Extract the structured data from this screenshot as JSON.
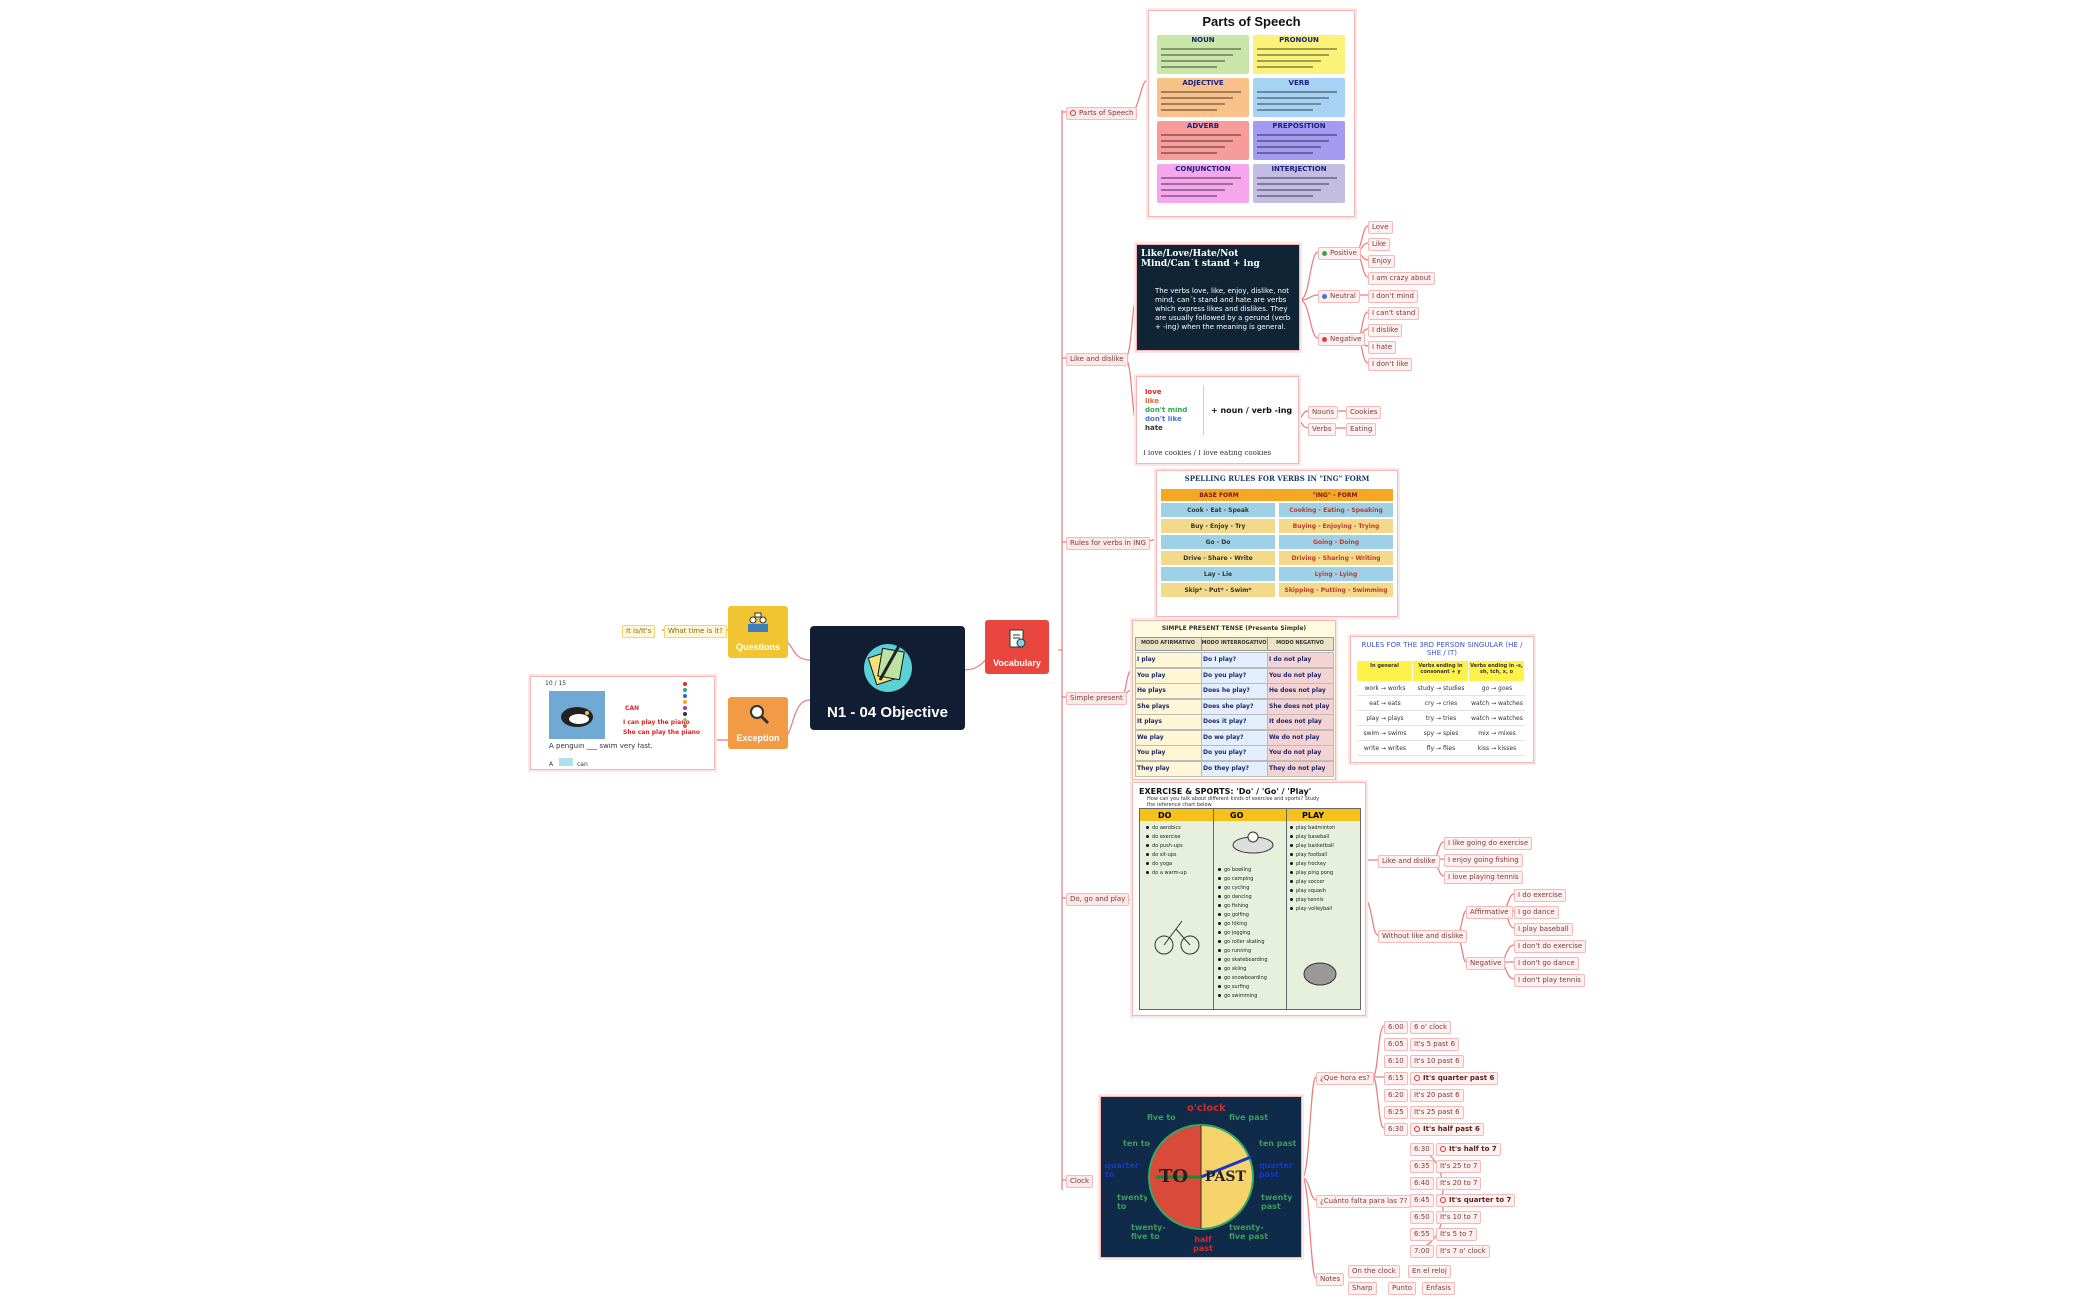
{
  "center": {
    "title": "N1 - 04 Objective"
  },
  "branches": {
    "vocabulary": "Vocabulary",
    "questions": "Questions",
    "exception": "Exception"
  },
  "questions": {
    "what_time": "What time is it?",
    "it_is": "It is/It's"
  },
  "exception_card": {
    "counter": "10 / 15",
    "can": "CAN",
    "line1": "I can play the piano",
    "line2": "She can play the piano",
    "sentence": "A penguin ___ swim very fast.",
    "answer_prefix": "A",
    "answer_suffix": "can"
  },
  "topics": {
    "parts_of_speech": "Parts of Speech",
    "like_dislike": "Like and dislike",
    "rules_ing": "Rules for verbs in ING",
    "simple_present": "Simple present",
    "do_go_play": "Do, go and play",
    "clock": "Clock"
  },
  "pos_card": {
    "title": "Parts of Speech",
    "items": [
      {
        "name": "NOUN",
        "color": "#c9e6a8"
      },
      {
        "name": "PRONOUN",
        "color": "#fbf27a"
      },
      {
        "name": "ADJECTIVE",
        "color": "#f9c28b"
      },
      {
        "name": "VERB",
        "color": "#a6d2f3"
      },
      {
        "name": "ADVERB",
        "color": "#f79b9b"
      },
      {
        "name": "PREPOSITION",
        "color": "#a59af1"
      },
      {
        "name": "CONJUNCTION",
        "color": "#f5a6ec"
      },
      {
        "name": "INTERJECTION",
        "color": "#c4bde3"
      }
    ]
  },
  "like_card": {
    "title_line1": "Like/Love/Hate/Not",
    "title_line2": "Mind/Can´t stand + ing",
    "body": "The verbs love, like, enjoy, dislike, not mind, can´t stand and hate are verbs which express likes and dislikes. They are usually followed by a gerund (verb + -ing) when the meaning is general."
  },
  "like_categories": {
    "positive": "Positive",
    "neutral": "Neutral",
    "negative": "Negative",
    "positive_items": [
      "Love",
      "Like",
      "Enjoy",
      "I am crazy about"
    ],
    "neutral_items": [
      "I don't mind"
    ],
    "negative_items": [
      "I can't stand",
      "I dislike",
      "I hate",
      "I don't like"
    ],
    "colors": {
      "positive": "#2fa84f",
      "neutral": "#4a6fe0",
      "negative": "#e23b3b"
    }
  },
  "noun_verb_card": {
    "words": [
      "love",
      "like",
      "don't mind",
      "don't like",
      "hate"
    ],
    "rule": "+ noun / verb -ing",
    "example": "I love cookies / I love eating cookies"
  },
  "nouns_verbs": {
    "nouns": "Nouns",
    "cookies": "Cookies",
    "verbs": "Verbs",
    "eating": "Eating"
  },
  "ing_card": {
    "title": "SPELLING RULES FOR VERBS IN \"ING\" FORM",
    "col1": "BASE FORM",
    "col2": "\"ING\" - FORM",
    "rows": [
      [
        "Cook - Eat - Speak",
        "Cooking - Eating - Speaking"
      ],
      [
        "Buy - Enjoy - Try",
        "Buying - Enjoying - Trying"
      ],
      [
        "Go - Do",
        "Going - Doing"
      ],
      [
        "Drive - Share - Write",
        "Driving - Sharing - Writing"
      ],
      [
        "Lay - Lie",
        "Lying - Lying"
      ],
      [
        "Skip* - Put* - Swim*",
        "Skipping - Putting - Swimming"
      ]
    ]
  },
  "sp_card": {
    "title": "SIMPLE PRESENT TENSE (Presente Simple)",
    "headers": [
      "MODO AFIRMATIVO",
      "MODO INTERROGATIVO",
      "MODO NEGATIVO"
    ],
    "rows": [
      [
        "I play",
        "Do I play?",
        "I do not play"
      ],
      [
        "You play",
        "Do you play?",
        "You do not play"
      ],
      [
        "He plays",
        "Does he play?",
        "He does not play"
      ],
      [
        "She plays",
        "Does she play?",
        "She does not play"
      ],
      [
        "It plays",
        "Does it play?",
        "It does not play"
      ],
      [
        "We play",
        "Do we play?",
        "We do not play"
      ],
      [
        "You play",
        "Do you play?",
        "You do not play"
      ],
      [
        "They play",
        "Do they play?",
        "They do not play"
      ]
    ]
  },
  "rules3_card": {
    "title": "RULES FOR THE 3RD PERSON SINGULAR (HE / SHE / IT)",
    "headers": [
      "In general",
      "Verbs ending in consonant + y",
      "Verbs ending in -s, sh, tch, x, o"
    ],
    "rows": [
      [
        "work → works",
        "study → studies",
        "go → goes"
      ],
      [
        "eat → eats",
        "cry → cries",
        "watch → watches"
      ],
      [
        "play → plays",
        "try → tries",
        "watch → watches"
      ],
      [
        "swim → swims",
        "spy → spies",
        "mix → mixes"
      ],
      [
        "write → writes",
        "fly → flies",
        "kiss → kisses"
      ]
    ]
  },
  "dgp_card": {
    "title": "EXERCISE & SPORTS: 'Do' / 'Go' / 'Play'",
    "subtitle": "How can you talk about different kinds of exercise and sports? Study the reference chart below.",
    "cols": [
      "DO",
      "GO",
      "PLAY"
    ],
    "do": [
      "do aerobics",
      "do exercise",
      "do push-ups",
      "do sit-ups",
      "do yoga",
      "do a warm-up"
    ],
    "go": [
      "go bowling",
      "go camping",
      "go cycling",
      "go dancing",
      "go fishing",
      "go golfing",
      "go hiking",
      "go jogging",
      "go roller skating",
      "go running",
      "go skateboarding",
      "go skiing",
      "go snowboarding",
      "go surfing",
      "go swimming"
    ],
    "play": [
      "play badminton",
      "play baseball",
      "play basketball",
      "play football",
      "play hockey",
      "play ping pong",
      "play soccer",
      "play squash",
      "play tennis",
      "play volleyball"
    ]
  },
  "dgp_tree": {
    "like": "Like and dislike",
    "like_items": [
      "I like going do exercise",
      "I enjoy going fishing",
      "I love playing tennis"
    ],
    "without": "Without like and dislike",
    "affirmative": "Affirmative",
    "aff_items": [
      "I do exercise",
      "I go dance",
      "I play baseball"
    ],
    "negative": "Negative",
    "neg_items": [
      "I don't do exercise",
      "I don't go dance",
      "I don't play tennis"
    ]
  },
  "clock_card": {
    "oclock": "o'clock",
    "five_to": "five to",
    "five_past": "five past",
    "ten_to": "ten to",
    "ten_past": "ten past",
    "quarter_to": "quarter to",
    "quarter_past": "quarter past",
    "twenty_to": "twenty to",
    "twenty_past": "twenty past",
    "twentyfive_to": "twenty-five to",
    "twentyfive_past": "twenty-five past",
    "half_past": "half past",
    "to": "TO",
    "past": "PAST"
  },
  "clock_tree": {
    "que_hora": "¿Que hora es?",
    "times1": [
      [
        "6:00",
        "6 o' clock"
      ],
      [
        "6:05",
        "It's 5 past 6"
      ],
      [
        "6:10",
        "It's 10 past 6"
      ],
      [
        "6:15",
        "It's quarter past 6"
      ],
      [
        "6:20",
        "It's 20 past 6"
      ],
      [
        "6:25",
        "It's 25 past 6"
      ],
      [
        "6:30",
        "It's half past 6"
      ]
    ],
    "cuanto_falta": "¿Cuánto falta para las 7?",
    "times2": [
      [
        "6:30",
        "It's half to 7"
      ],
      [
        "6:35",
        "It's 25 to 7"
      ],
      [
        "6:40",
        "It's 20 to 7"
      ],
      [
        "6:45",
        "It's quarter to 7"
      ],
      [
        "6:50",
        "It's 10 to 7"
      ],
      [
        "6:55",
        "It's 5 to 7"
      ],
      [
        "7:00",
        "It's 7 o' clock"
      ]
    ],
    "notes": "Notes",
    "on_the_clock": "On the clock",
    "en_el_reloj": "En el reloj",
    "sharp": "Sharp",
    "punto": "Punto",
    "enfasis": "Énfasis"
  }
}
